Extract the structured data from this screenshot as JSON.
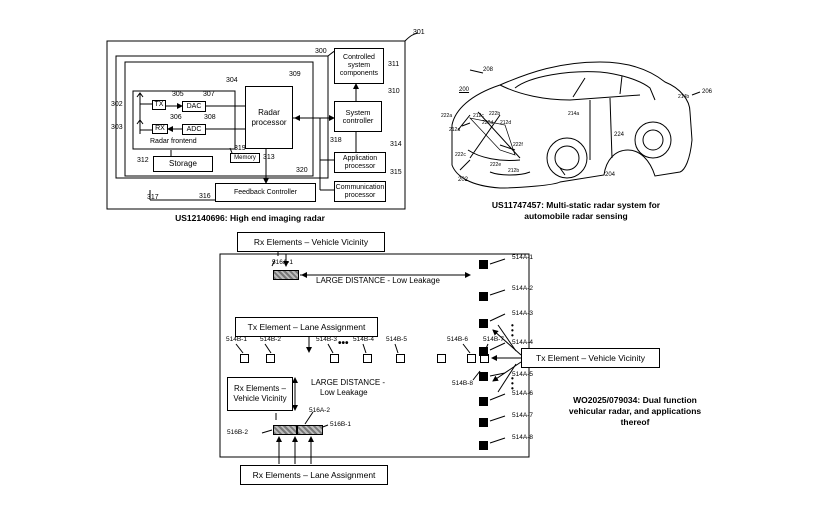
{
  "fig301": {
    "labels": {
      "n301": "301",
      "n300": "300",
      "n311": "311",
      "n309": "309",
      "n304": "304",
      "n310": "310",
      "n302": "302",
      "n305": "305",
      "n307": "307",
      "n303": "303",
      "n306": "306",
      "n308": "308",
      "n318": "318",
      "n319": "319",
      "n313": "313",
      "n314": "314",
      "n312": "312",
      "n320": "320",
      "n315": "315",
      "n317": "317",
      "n316": "316"
    },
    "tx": "TX",
    "rx": "RX",
    "dac": "DAC",
    "adc": "ADC",
    "radar_frontend": "Radar frontend",
    "radar_processor": "Radar processor",
    "controlled": "Controlled system components",
    "system_controller": "System controller",
    "storage": "Storage",
    "memory": "Memory",
    "application_processor": "Application processor",
    "communication_processor": "Communication processor",
    "feedback_controller": "Feedback Controller",
    "caption": "US12140696: High end imaging radar"
  },
  "car": {
    "labels": {
      "n208": "208",
      "n200": "200",
      "n206": "206",
      "n214b": "214b",
      "n222a": "222a",
      "n212a": "212a",
      "n212c": "212c",
      "n222b": "222b",
      "n222d": "222d",
      "n212d": "212d",
      "n214a": "214a",
      "n224": "224",
      "n222f": "222f",
      "n222c": "222c",
      "n222e": "222e",
      "n212b": "212b",
      "n202": "202",
      "n204": "204"
    },
    "caption_line1": "US11747457: Multi-static radar system for",
    "caption_line2": "automobile radar sensing"
  },
  "wo": {
    "rx_vicinity_top": "Rx Elements – Vehicle Vicinity",
    "large_distance_low_leakage": "LARGE DISTANCE -  Low Leakage",
    "tx_lane": "Tx Element – Lane Assignment",
    "tx_vehicle": "Tx Element – Vehicle Vicinity",
    "rx_vicinity_inner": "Rx Elements – Vehicle Vicinity",
    "large_distance_2": "LARGE DISTANCE -",
    "low_leakage_2": "Low Leakage",
    "rx_lane": "Rx Elements – Lane Assignment",
    "caption_line1": "WO2025/079034: Dual function",
    "caption_line2": "vehicular radar, and applications",
    "caption_line3": "thereof",
    "right_labels": [
      "514A-1",
      "514A-2",
      "514A-3",
      "514A-4",
      "514A-5",
      "514A-6",
      "514A-7",
      "514A-8"
    ],
    "b_labels": {
      "b1": "514B-1",
      "b2": "514B-2",
      "b3": "514B-3",
      "b4": "514B-4",
      "b5": "514B-5",
      "b6": "514B-6",
      "b7": "514B-7",
      "b8": "514B-8"
    },
    "r516a1": "516A-1",
    "r516a2": "516A-2",
    "r516b1": "516B-1",
    "r516b2": "516B-2"
  }
}
